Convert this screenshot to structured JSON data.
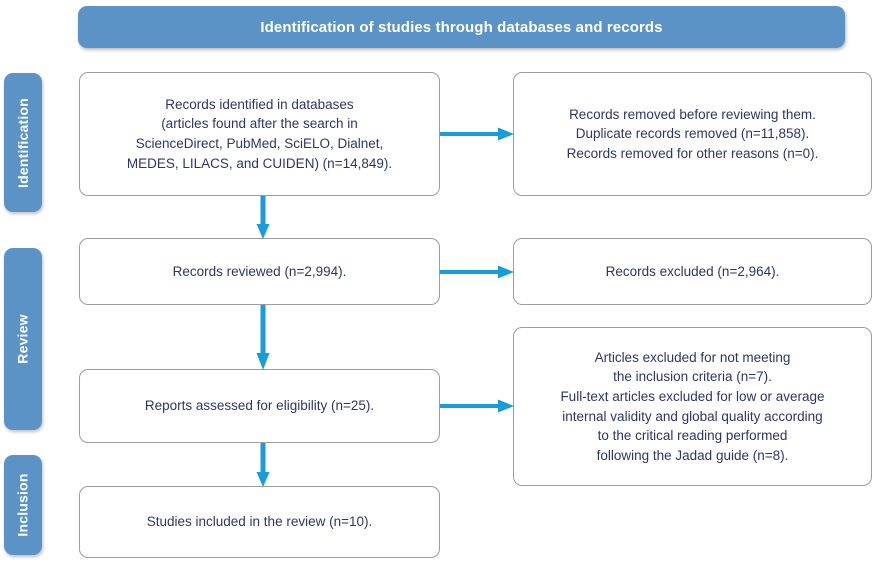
{
  "header": {
    "title": "Identification of studies through databases and records"
  },
  "colors": {
    "banner": "#5b93c7",
    "arrow": "#1a9bdc",
    "box_border": "#9d9d9d",
    "text": "#2e3566",
    "background": "#ffffff"
  },
  "stages": [
    {
      "id": "identification",
      "label": "Identification"
    },
    {
      "id": "review",
      "label": "Review"
    },
    {
      "id": "inclusion",
      "label": "Inclusion"
    }
  ],
  "boxes": {
    "identified": {
      "text": "Records identified in databases\n(articles found after the search in\nScienceDirect, PubMed, SciELO, Dialnet,\nMEDES, LILACS, and CUIDEN) (n=14,849)."
    },
    "removed": {
      "text": "Records removed before reviewing them.\nDuplicate records removed (n=11,858).\nRecords removed for other reasons (n=0)."
    },
    "reviewed": {
      "text": "Records reviewed (n=2,994)."
    },
    "excluded": {
      "text": "Records excluded (n=2,964)."
    },
    "eligibility": {
      "text": "Reports assessed for eligibility (n=25)."
    },
    "articles_excluded": {
      "text": "Articles excluded for not meeting\nthe inclusion criteria (n=7).\nFull-text articles excluded for low or average\ninternal validity and global quality according\nto the critical reading performed\nfollowing the Jadad guide (n=8)."
    },
    "included": {
      "text": "Studies included in the review (n=10)."
    }
  },
  "chart_data": {
    "type": "diagram",
    "title": "Identification of studies through databases and records",
    "diagram_kind": "PRISMA flow diagram",
    "stages": [
      "Identification",
      "Review",
      "Inclusion"
    ],
    "nodes": [
      {
        "id": "identified",
        "stage": "Identification",
        "column": "left",
        "label": "Records identified in databases (articles found after the search in ScienceDirect, PubMed, SciELO, Dialnet, MEDES, LILACS, and CUIDEN) (n=14,849).",
        "n": 14849
      },
      {
        "id": "removed",
        "stage": "Identification",
        "column": "right",
        "label": "Records removed before reviewing them. Duplicate records removed (n=11,858). Records removed for other reasons (n=0).",
        "duplicates_removed": 11858,
        "other_reasons_removed": 0
      },
      {
        "id": "reviewed",
        "stage": "Review",
        "column": "left",
        "label": "Records reviewed (n=2,994).",
        "n": 2994
      },
      {
        "id": "excluded",
        "stage": "Review",
        "column": "right",
        "label": "Records excluded (n=2,964).",
        "n": 2964
      },
      {
        "id": "eligibility",
        "stage": "Review",
        "column": "left",
        "label": "Reports assessed for eligibility (n=25).",
        "n": 25
      },
      {
        "id": "articles_excluded",
        "stage": "Review",
        "column": "right",
        "label": "Articles excluded for not meeting the inclusion criteria (n=7). Full-text articles excluded for low or average internal validity and global quality according to the critical reading performed following the Jadad guide (n=8).",
        "not_meeting_inclusion_criteria": 7,
        "low_or_average_quality_jadad": 8
      },
      {
        "id": "included",
        "stage": "Inclusion",
        "column": "left",
        "label": "Studies included in the review (n=10).",
        "n": 10
      }
    ],
    "edges": [
      {
        "from": "identified",
        "to": "removed",
        "direction": "horizontal"
      },
      {
        "from": "identified",
        "to": "reviewed",
        "direction": "vertical"
      },
      {
        "from": "reviewed",
        "to": "excluded",
        "direction": "horizontal"
      },
      {
        "from": "reviewed",
        "to": "eligibility",
        "direction": "vertical"
      },
      {
        "from": "eligibility",
        "to": "articles_excluded",
        "direction": "horizontal"
      },
      {
        "from": "eligibility",
        "to": "included",
        "direction": "vertical"
      }
    ]
  }
}
